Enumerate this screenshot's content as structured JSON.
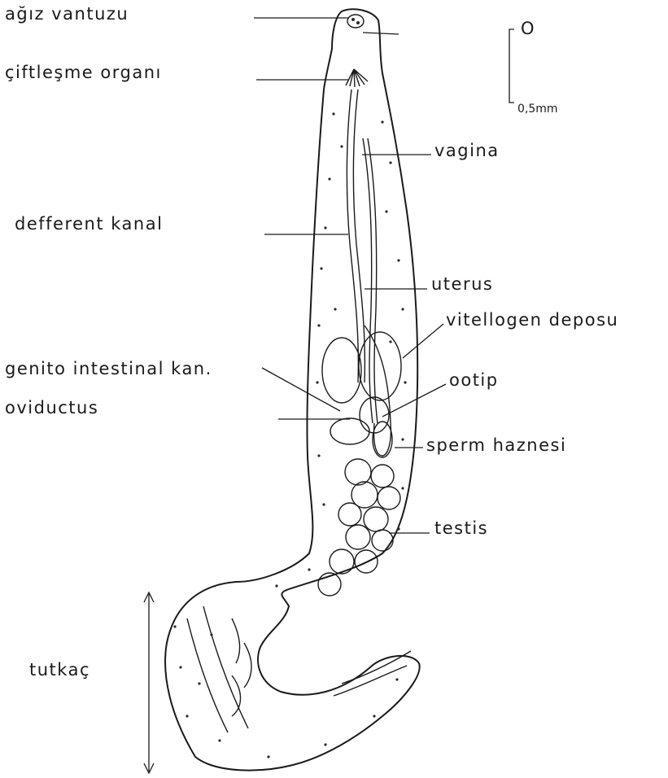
{
  "labels": {
    "oral_sucker": "ağız vantuzu",
    "copulatory_organ": "çiftleşme organı",
    "scale_zero": "O",
    "scale_value": "0,5mm",
    "vagina": "vagina",
    "vas_deferens": "defferent kanal",
    "uterus": "uterus",
    "vitelline_reservoir": "vitellogen deposu",
    "genito_intestinal_canal": "genito intestinal kan.",
    "ootype": "ootip",
    "oviduct": "oviductus",
    "seminal_receptacle": "sperm haznesi",
    "testis": "testis",
    "haptor": "tutkaç"
  },
  "colors": {
    "ink": "#1a1a1a",
    "paper": "#ffffff"
  }
}
